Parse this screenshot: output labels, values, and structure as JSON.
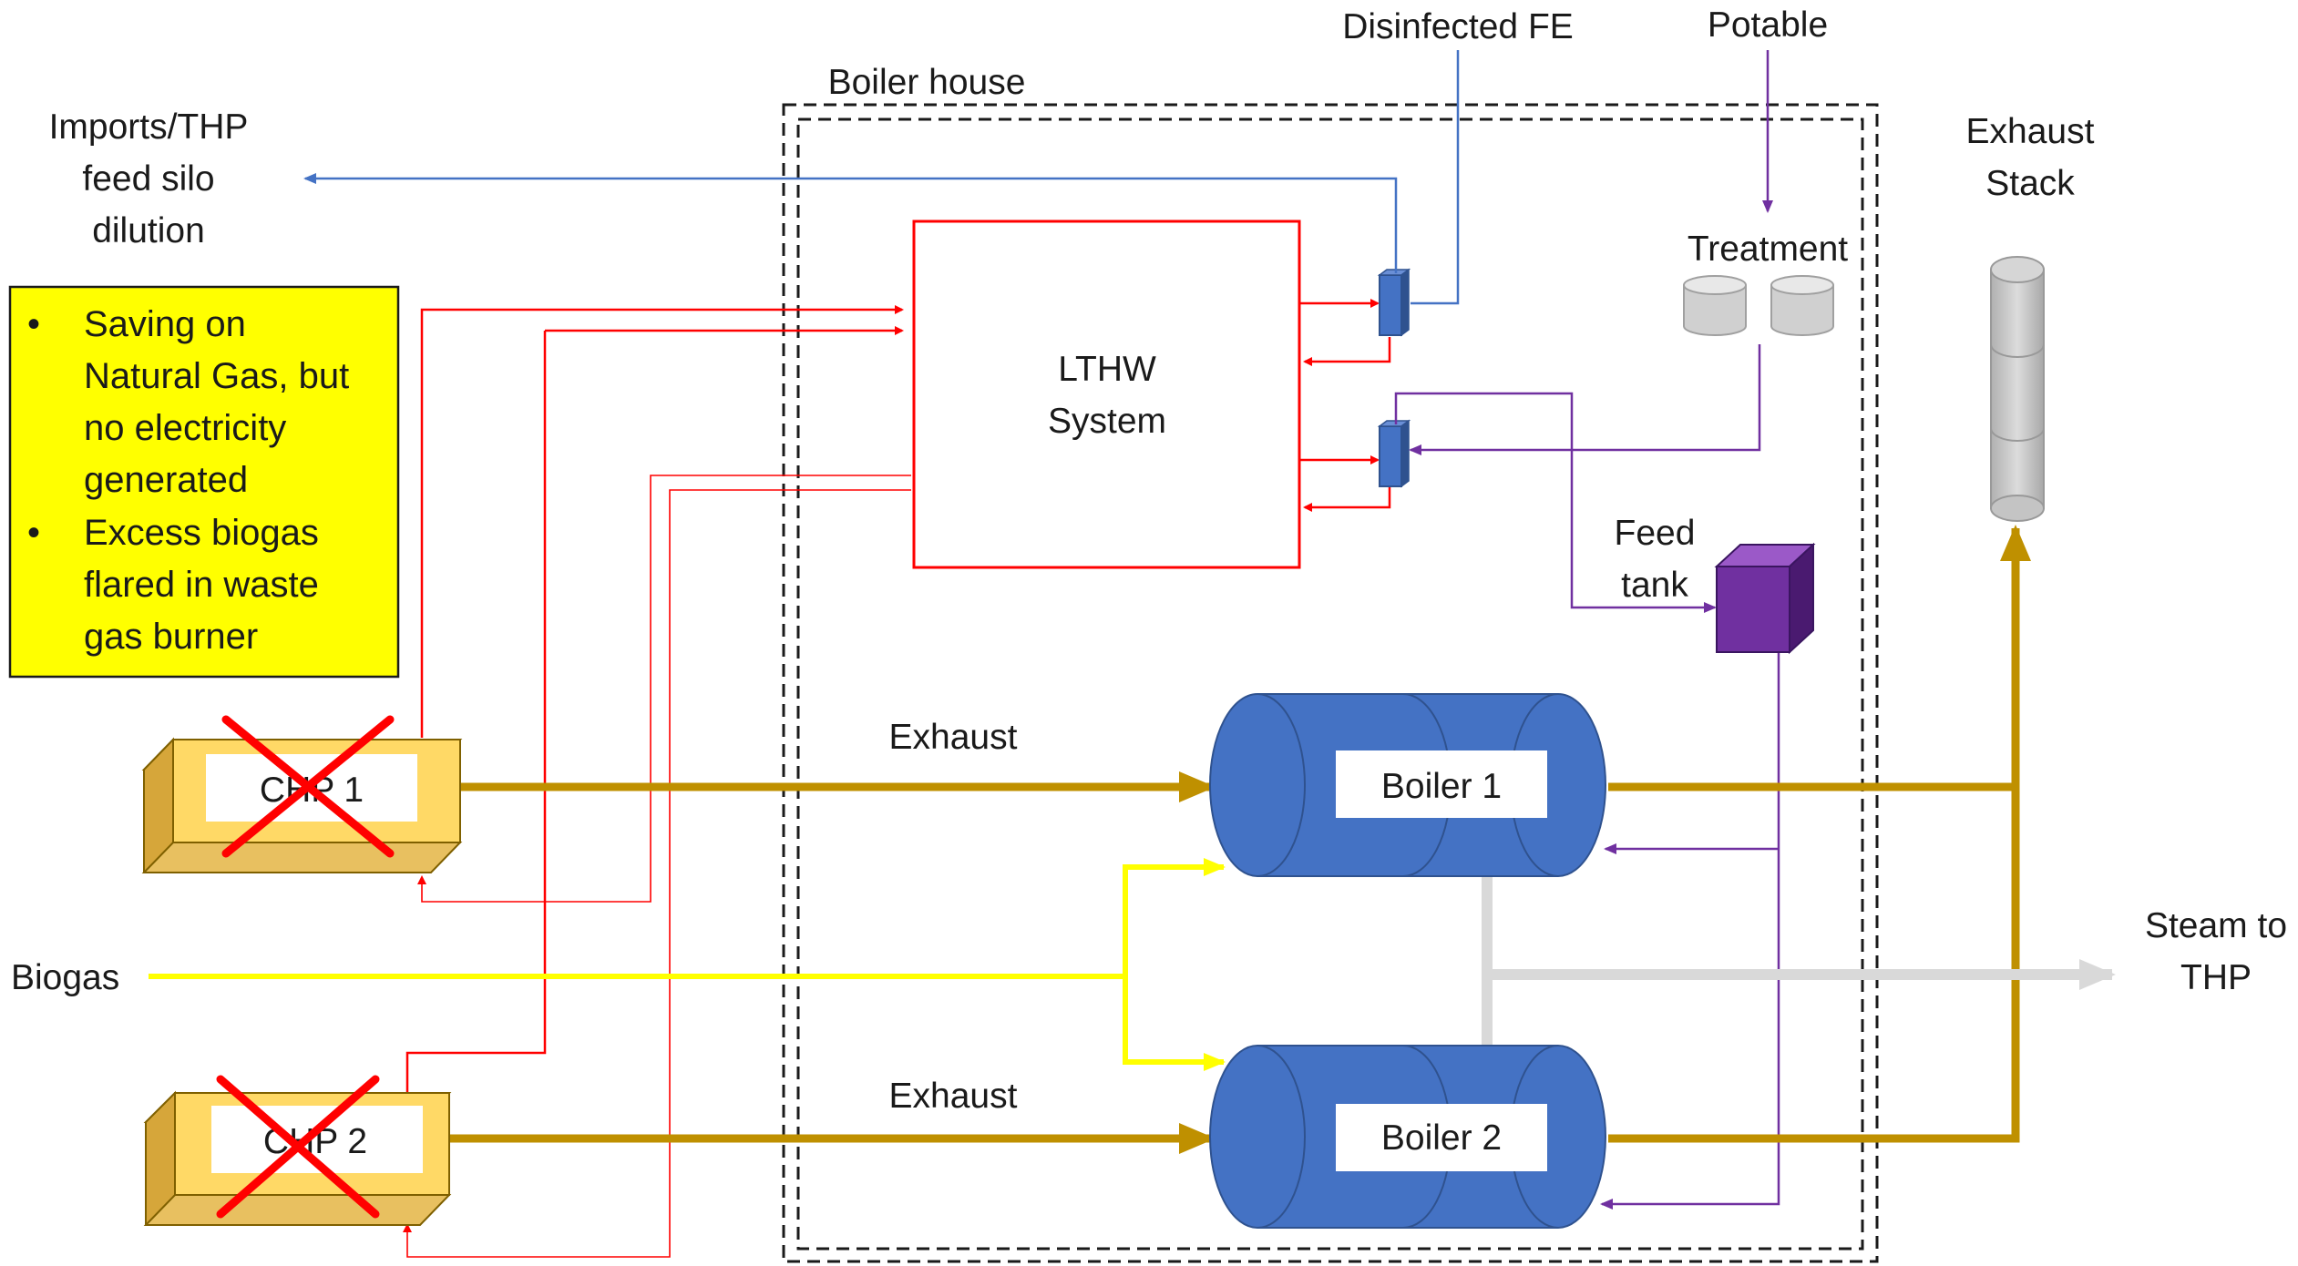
{
  "title_labels": {
    "boiler_house": "Boiler house",
    "disinfected_fe": "Disinfected FE",
    "potable": "Potable",
    "treatment": "Treatment",
    "exhaust_stack": [
      "Exhaust",
      "Stack"
    ],
    "imports": [
      "Imports/THP",
      "feed silo",
      "dilution"
    ],
    "lthw": [
      "LTHW",
      "System"
    ],
    "feed_tank": [
      "Feed",
      "tank"
    ],
    "exhaust_top": "Exhaust",
    "exhaust_bottom": "Exhaust",
    "boiler1": "Boiler 1",
    "boiler2": "Boiler 2",
    "chp1": "CHP 1",
    "chp2": "CHP 2",
    "biogas": "Biogas",
    "steam": [
      "Steam to",
      "THP"
    ]
  },
  "note": {
    "bullets": [
      [
        "Saving on",
        "Natural Gas, but",
        "no electricity",
        "generated"
      ],
      [
        "Excess biogas",
        "flared in waste",
        "gas burner"
      ]
    ]
  },
  "colors": {
    "red": "#ff0000",
    "blue_line": "#4472c4",
    "purple": "#7030a0",
    "gold": "#bf9000",
    "yellow": "#ffff00",
    "grey_steam": "#d9d9d9",
    "boiler_blue": "#4472c4",
    "chp_yellow": "#ffd966",
    "note_bg": "#ffff00"
  }
}
